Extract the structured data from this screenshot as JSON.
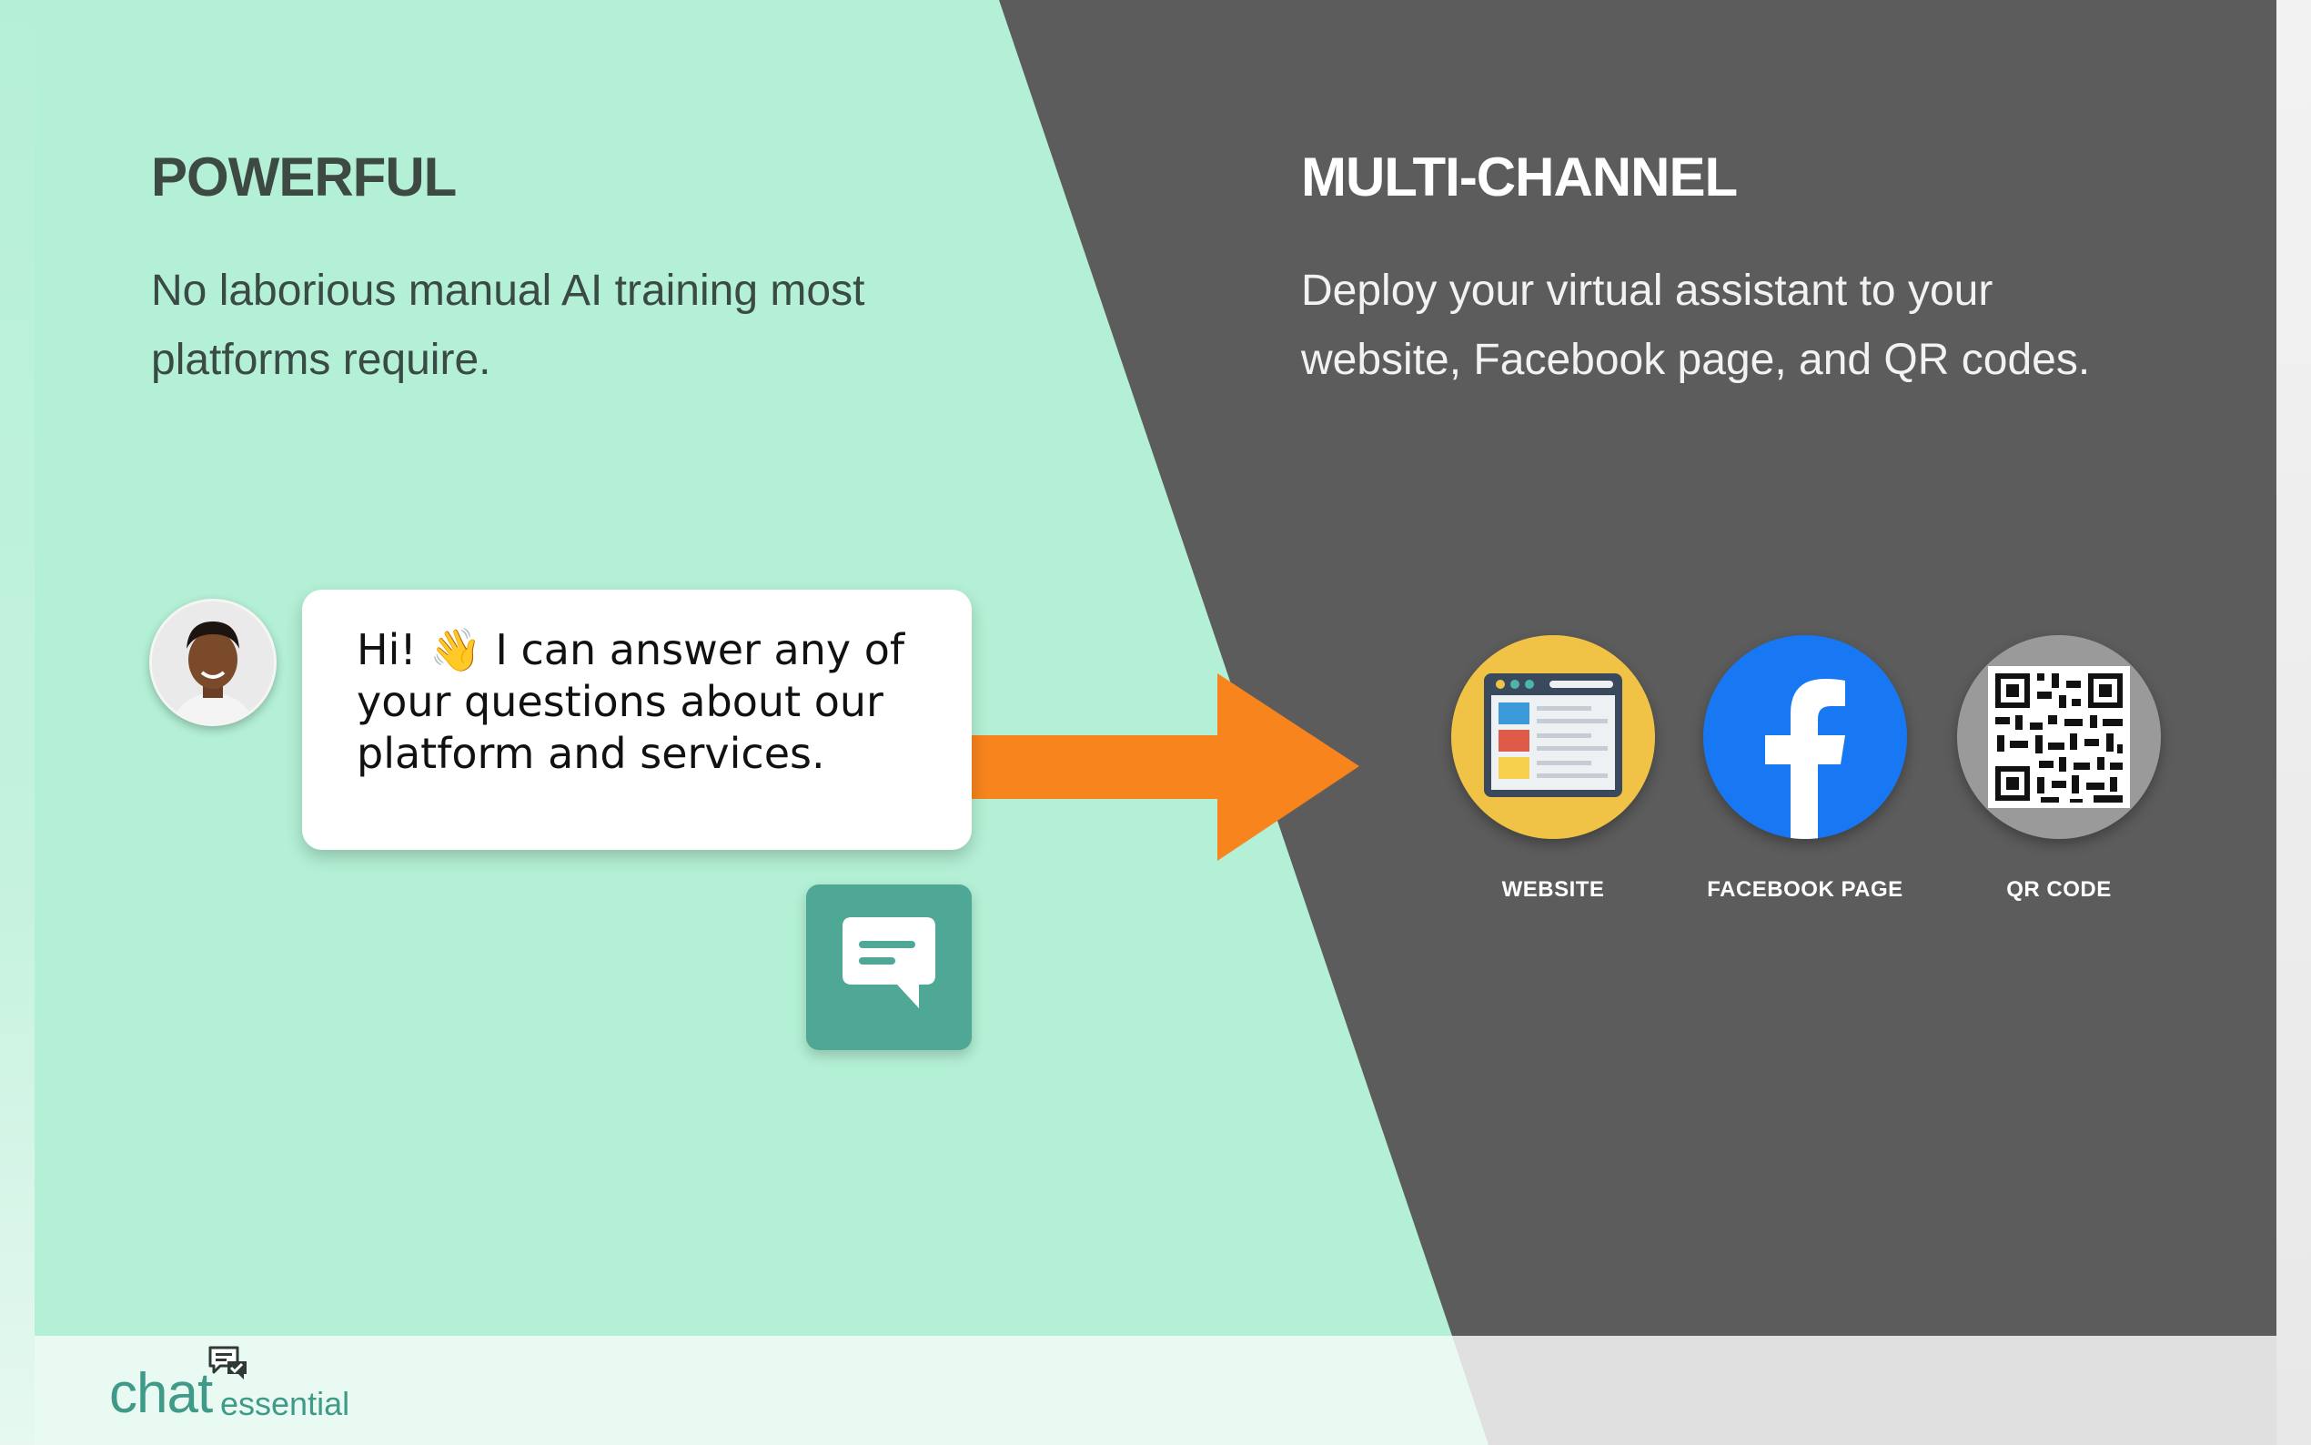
{
  "left_panel": {
    "heading": "POWERFUL",
    "description": "No laborious manual AI training most platforms require.",
    "bubble_text": "Hi! 👋 I can answer any of your questions about our platform and services."
  },
  "right_panel": {
    "heading": "MULTI-CHANNEL",
    "description": "Deploy your virtual assistant to your website, Facebook page, and QR codes.",
    "channels": [
      {
        "label": "WEBSITE",
        "icon": "website-icon"
      },
      {
        "label": "FACEBOOK PAGE",
        "icon": "facebook-icon"
      },
      {
        "label": "QR CODE",
        "icon": "qr-code-icon"
      }
    ]
  },
  "footer": {
    "logo_part1": "chat",
    "logo_part2": "essential"
  },
  "colors": {
    "mint": "#b3f0d5",
    "dark_gray": "#5c5c5c",
    "arrow_orange": "#f7841c",
    "teal": "#4fa796",
    "facebook_blue": "#1877f2",
    "website_yellow": "#f0c346"
  }
}
